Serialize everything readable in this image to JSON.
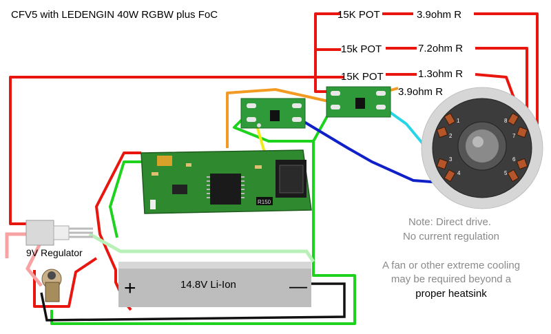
{
  "title": "CFV5 with LEDENGIN 40W RGBW plus FoC",
  "pot_rows": [
    {
      "pot": "15K POT",
      "resistor": "3.9ohm R"
    },
    {
      "pot": "15k POT",
      "resistor": "7.2ohm R"
    },
    {
      "pot": "15K POT",
      "resistor": "1.3ohm R"
    }
  ],
  "extra_resistor": "3.9ohm R",
  "regulator_label": "9V Regulator",
  "battery_label": "14.8V Li-Ion",
  "battery_plus": "+",
  "battery_minus": "—",
  "led_pin_labels": [
    "1",
    "2",
    "3",
    "4",
    "5",
    "6",
    "7",
    "8"
  ],
  "chip_marking": "R150",
  "notes": {
    "line1": "Note: Direct drive.",
    "line2": "No current regulation",
    "line3": "A fan or other extreme cooling",
    "line4": "may be required beyond a",
    "line5": "proper heatsink"
  },
  "colors": {
    "red": "#e8160f",
    "orange": "#f39a22",
    "green": "#1ed31e",
    "blue": "#1020c8",
    "cyan": "#27d6e6",
    "yellow": "#f3ec1c",
    "black": "#111111",
    "pcb": "#2f8a2f"
  }
}
